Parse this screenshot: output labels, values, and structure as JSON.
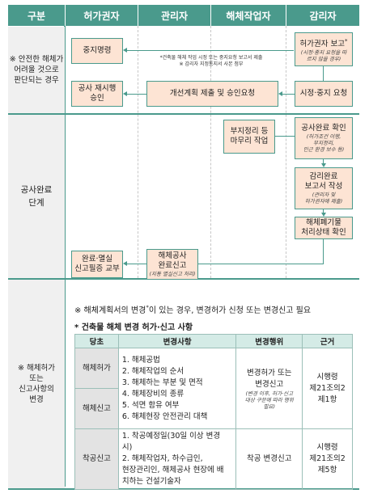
{
  "header": {
    "col0": "구분",
    "col1": "허가권자",
    "col2": "관리자",
    "col3": "해체작업자",
    "col4": "감리자"
  },
  "sections": {
    "danger": {
      "line1": "※ 안전한 해체가",
      "line2": "어려울 것으로",
      "line3": "판단되는 경우"
    },
    "completion": {
      "line1": "공사완료",
      "line2": "단계"
    },
    "change": {
      "line1": "※ 해체허가",
      "line2": "또는",
      "line3": "신고사항의",
      "line4": "변경"
    }
  },
  "flow": {
    "stop_order": "중지명령",
    "report": {
      "main": "허가권자 보고",
      "mark": "*",
      "sub": "(시정·중지 요청을 따르지 않을 경우)"
    },
    "note": {
      "line1": "*건축물 해체 작업 시정 또는 중지요청 보고서 제출",
      "line2": "※ 감리자 지정통지서 사본 첨부"
    },
    "resume": {
      "line1": "공사 재시행",
      "line2": "승인"
    },
    "improve": "개선계획 제출 및 승인요청",
    "correct": "시정·중지 요청",
    "cleanup": {
      "line1": "부지정리 등",
      "line2": "마무리 작업"
    },
    "check": {
      "main": "공사완료 확인",
      "sub1": "(허가조건 이행,",
      "sub2": "부지정리,",
      "sub3": "인근 환경 보수 등)"
    },
    "supervise": {
      "line1": "감리완료",
      "line2": "보고서 작성",
      "sub1": "(관리자 및",
      "sub2": "허가권자에 제출)"
    },
    "waste": {
      "line1": "해체폐기물",
      "line2": "처리상태 확인"
    },
    "complete_report": {
      "line1": "해체공사",
      "line2": "완료신고",
      "sub": "(지동 멸실신고 처리)"
    },
    "ledger": {
      "line1": "완료·멸실",
      "line2": "신고필증 교부"
    }
  },
  "change": {
    "intro_prefix": "※ 해체계획서의 변경",
    "intro_mark": "*",
    "intro_suffix": "이 있는 경우, 변경허가 신청 또는 변경신고 필요",
    "title": "* 건축물 해체 변경 허가·신고 사항",
    "table": {
      "headers": [
        "당초",
        "변경사항",
        "변경행위",
        "근거"
      ],
      "row_permit": "해체허가",
      "row_report": "해체신고",
      "items_a": [
        "1. 해체공법",
        "2. 해체작업의 순서",
        "3. 해체하는 부분 및 면적",
        "4. 해체장비의 종류",
        "5. 석면 함유 여부",
        "6. 해체현장 안전관리 대책"
      ],
      "action_a": {
        "line1": "변경허가 또는",
        "line2": "변경신고",
        "sub1": "(변경 이후, 허가·신고",
        "sub2": "대상 구분에 따라 행위",
        "sub3": "필요)"
      },
      "basis_a": {
        "line1": "시행령",
        "line2": "제21조의2",
        "line3": "제1항"
      },
      "row_start": "착공신고",
      "items_b": [
        "1. 착공예정일(30일 이상 변경 시)",
        "2. 해체작업자, 하수급인,",
        "현장관리인, 해체공사 현장에 배",
        "치하는 건설기술자"
      ],
      "action_b": "착공 변경신고",
      "basis_b": {
        "line1": "시행령",
        "line2": "제21조의2",
        "line3": "제5항"
      }
    }
  }
}
